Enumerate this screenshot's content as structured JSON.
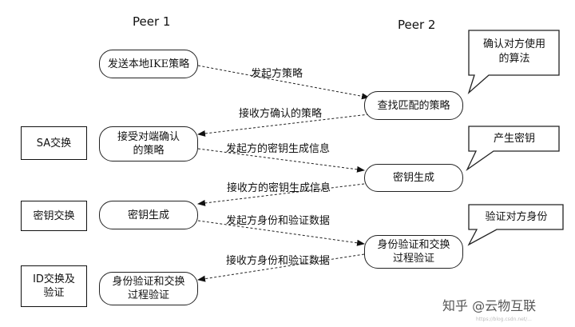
{
  "peers": {
    "left": "Peer 1",
    "right": "Peer 2"
  },
  "phases": {
    "sa": "SA交换",
    "key": "密钥交换",
    "id": "ID交换及\n验证"
  },
  "peer1_steps": {
    "send_policy": "发送本地IKE策略",
    "accept_policy": "接受对端确认\n的策略",
    "key_gen": "密钥生成",
    "auth": "身份验证和交换\n过程验证"
  },
  "peer2_steps": {
    "find_policy": "查找匹配的策略",
    "key_gen": "密钥生成",
    "auth": "身份验证和交换\n过程验证"
  },
  "notes": {
    "confirm_algo": "确认对方使用\n的算法",
    "gen_key": "产生密钥",
    "verify_id": "验证对方身份"
  },
  "messages": {
    "m1": "发起方策略",
    "m2": "接收方确认的策略",
    "m3": "发起方的密钥生成信息",
    "m4": "接收方的密钥生成信息",
    "m5": "发起方身份和验证数据",
    "m6": "接收方身份和验证数据"
  },
  "watermark": {
    "text": "知乎 @云物互联",
    "small": "https://blog.csdn.net/..."
  }
}
